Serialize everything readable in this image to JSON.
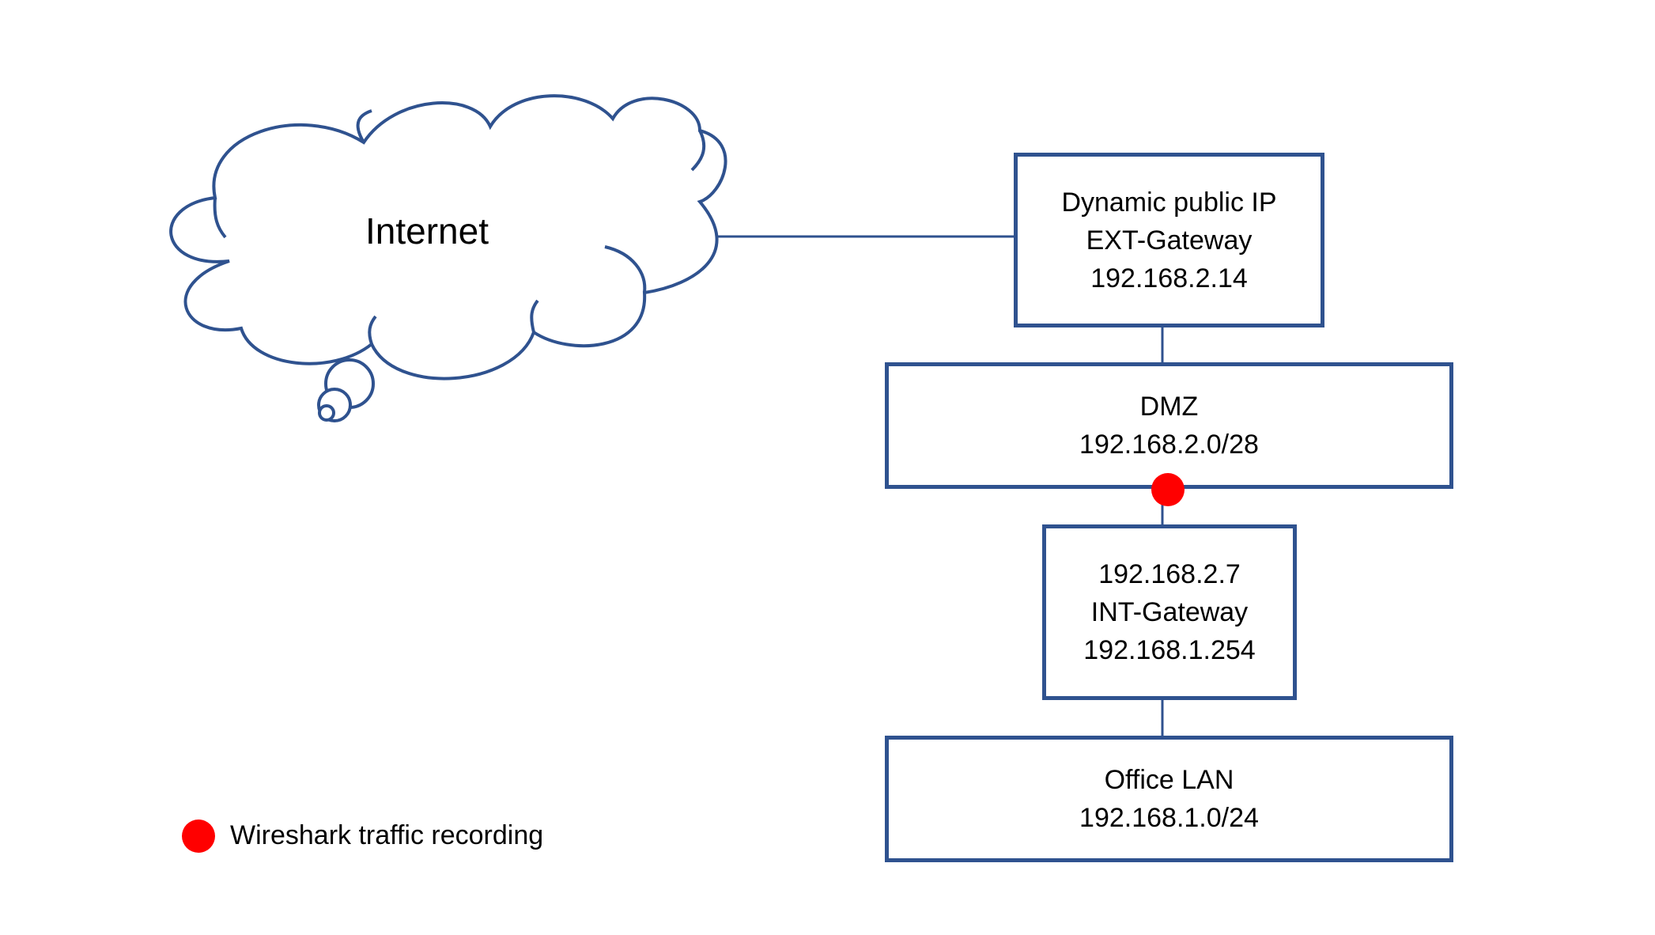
{
  "cloud": {
    "label": "Internet"
  },
  "nodes": {
    "ext_gateway": {
      "lines": [
        "Dynamic public IP",
        "EXT-Gateway",
        "192.168.2.14"
      ]
    },
    "dmz": {
      "lines": [
        "DMZ",
        "192.168.2.0/28"
      ]
    },
    "int_gateway": {
      "lines": [
        "192.168.2.7",
        "INT-Gateway",
        "192.168.1.254"
      ]
    },
    "office_lan": {
      "lines": [
        "Office LAN",
        "192.168.1.0/24"
      ]
    }
  },
  "legend": {
    "capture_label": "Wireshark traffic recording"
  },
  "colors": {
    "outline": "#2F528F",
    "capture_marker": "#FF0000",
    "background": "#FFFFFF"
  }
}
